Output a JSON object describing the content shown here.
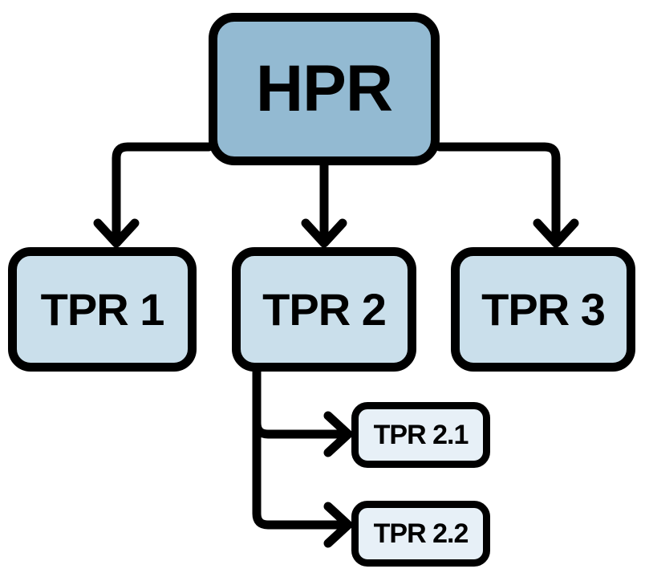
{
  "diagram": {
    "title": "HPR / TPR hierarchy flowchart",
    "background_color": "#ffffff",
    "line_color": "#000000",
    "nodes": [
      {
        "id": "hpr",
        "label": "HPR",
        "level": 1,
        "fill": "#93bad2"
      },
      {
        "id": "tpr1",
        "label": "TPR 1",
        "level": 2,
        "fill": "#cadfeb"
      },
      {
        "id": "tpr2",
        "label": "TPR 2",
        "level": 2,
        "fill": "#cadfeb"
      },
      {
        "id": "tpr3",
        "label": "TPR 3",
        "level": 2,
        "fill": "#cadfeb"
      },
      {
        "id": "tpr21",
        "label": "TPR 2.1",
        "level": 3,
        "fill": "#e7f0f7"
      },
      {
        "id": "tpr22",
        "label": "TPR 2.2",
        "level": 3,
        "fill": "#e7f0f7"
      }
    ],
    "edges": [
      {
        "from": "hpr",
        "to": "tpr1"
      },
      {
        "from": "hpr",
        "to": "tpr2"
      },
      {
        "from": "hpr",
        "to": "tpr3"
      },
      {
        "from": "tpr2",
        "to": "tpr21"
      },
      {
        "from": "tpr2",
        "to": "tpr22"
      }
    ]
  }
}
